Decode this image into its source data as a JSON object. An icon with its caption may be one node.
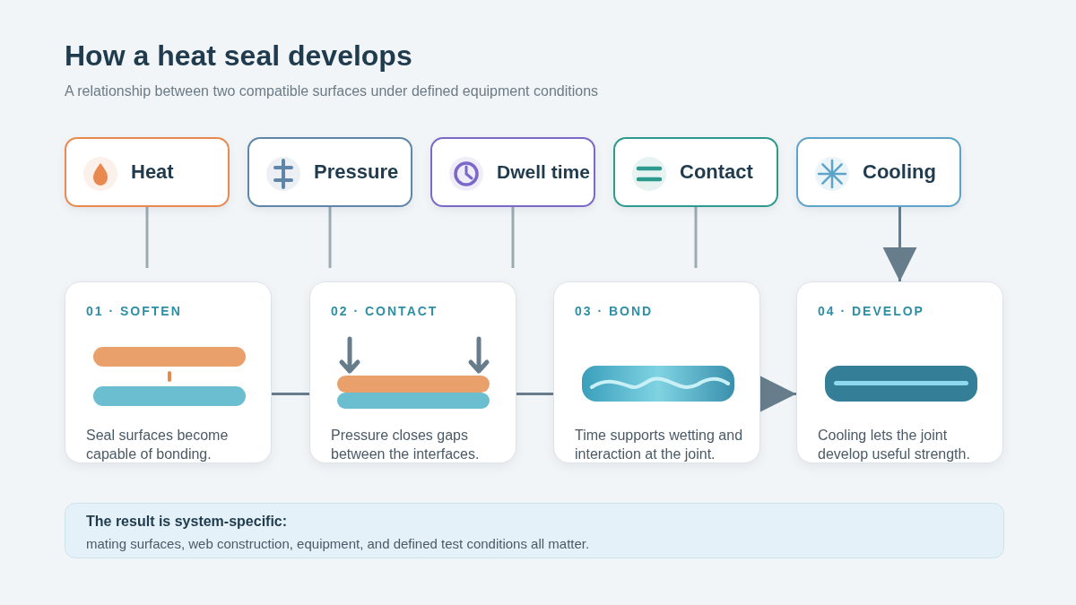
{
  "diagram": {
    "title": "How a heat seal develops",
    "caption": "A relationship between two compatible surfaces under defined equipment conditions",
    "nodes": [
      {
        "text": [
          "Heat"
        ]
      },
      {
        "text": [
          "Pressure"
        ]
      },
      {
        "text": [
          "Dwell time"
        ]
      },
      {
        "text": [
          "Contact"
        ]
      },
      {
        "text": [
          "Cooling"
        ]
      },
      {
        "text": [
          "01 · SOFTEN",
          "Seal surfaces become capable of bonding."
        ]
      },
      {
        "text": [
          "02 · CONTACT",
          "Pressure closes gaps between the interfaces."
        ]
      },
      {
        "text": [
          "03 · BOND",
          "Time supports wetting and interaction at the joint."
        ]
      },
      {
        "text": [
          "04 · DEVELOP",
          "Cooling lets the joint develop useful strength."
        ]
      },
      {
        "text": [
          "The result is system-specific:",
          "mating surfaces, web construction, equipment, and defined test conditions all matter."
        ]
      }
    ],
    "edges": [
      {
        "from": 0,
        "to": null,
        "arrow": "none"
      },
      {
        "from": 1,
        "to": null,
        "arrow": "none"
      },
      {
        "from": 2,
        "to": null,
        "arrow": "none"
      },
      {
        "from": 3,
        "to": null,
        "arrow": "none"
      },
      {
        "from": 4,
        "to": 8,
        "arrow": "to",
        "color": "#677d8b"
      },
      {
        "from": 5,
        "to": 6,
        "arrow": "none",
        "color": "#677d8b"
      },
      {
        "from": 6,
        "to": 7,
        "arrow": "none",
        "color": "#677d8b"
      },
      {
        "from": 7,
        "to": 8,
        "arrow": "to",
        "color": "#677d8b"
      }
    ]
  }
}
